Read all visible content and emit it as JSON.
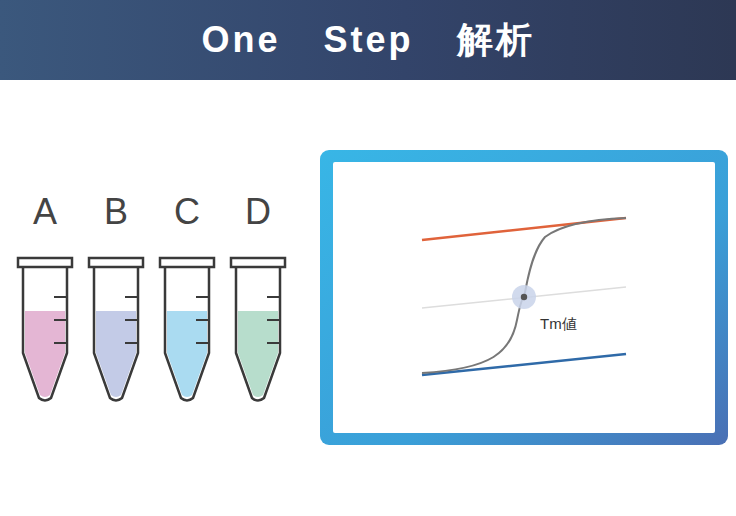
{
  "diagram": {
    "title": "One Step 解析",
    "nodes": [
      {
        "text": [
          "A"
        ]
      },
      {
        "text": [
          "B"
        ]
      },
      {
        "text": [
          "C"
        ]
      },
      {
        "text": [
          "D"
        ]
      },
      {
        "text": [
          "Tm値"
        ]
      }
    ]
  }
}
